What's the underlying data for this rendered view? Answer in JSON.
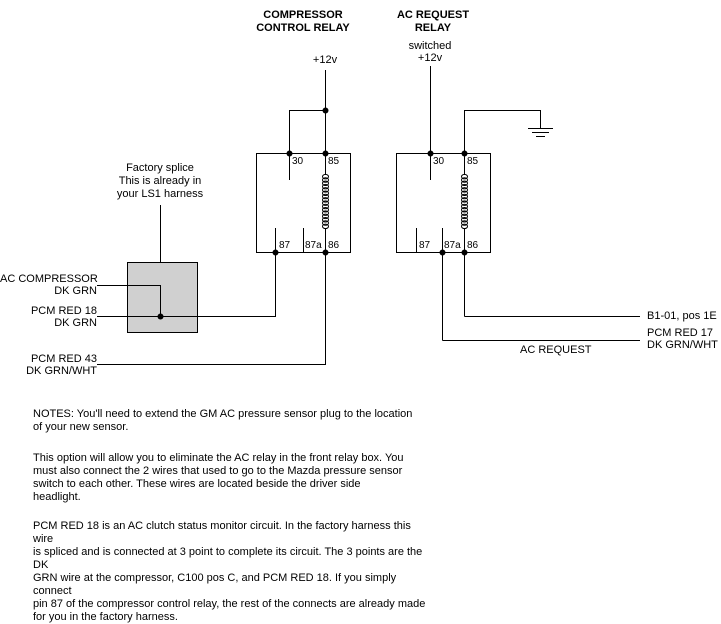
{
  "relays": {
    "compressor": {
      "title_line1": "COMPRESSOR",
      "title_line2": "CONTROL RELAY",
      "supply_line1": "+12v",
      "pins": {
        "p30": "30",
        "p85": "85",
        "p87": "87",
        "p87a": "87a",
        "p86": "86"
      }
    },
    "ac_request": {
      "title_line1": "AC REQUEST",
      "title_line2": "RELAY",
      "supply_line1": "switched",
      "supply_line2": "+12v",
      "pins": {
        "p30": "30",
        "p85": "85",
        "p87": "87",
        "p87a": "87a",
        "p86": "86"
      }
    }
  },
  "splice": {
    "line1": "Factory splice",
    "line2": "This is already in",
    "line3": "your LS1 harness"
  },
  "wires": {
    "ac_compressor_1": "AC COMPRESSOR",
    "ac_compressor_2": "DK GRN",
    "pcm_red18_1": "PCM RED 18",
    "pcm_red18_2": "DK GRN",
    "pcm_red43_1": "PCM RED 43",
    "pcm_red43_2": "DK GRN/WHT",
    "b1_01": "B1-01, pos 1E",
    "pcm_red17_1": "PCM RED 17",
    "pcm_red17_2": "DK GRN/WHT",
    "ac_request": "AC REQUEST"
  },
  "notes": {
    "p1": "NOTES: You'll need to extend the GM AC pressure sensor plug to the location\nof your new sensor.",
    "p2": "This option will allow you to eliminate the AC relay in the front relay box.  You\nmust also connect the 2 wires that used to go to the Mazda pressure sensor\nswitch to each other.  These wires are located beside the driver side\nheadlight.",
    "p3": "PCM RED 18 is an AC clutch status monitor circuit.  In the factory harness this wire\nis spliced and is connected at 3 point to complete its circuit.  The 3 points are the DK\nGRN wire at the compressor, C100 pos C, and PCM RED 18.  If you simply connect\npin 87 of the compressor control relay, the rest of the connects are already made\nfor you in the factory harness."
  }
}
